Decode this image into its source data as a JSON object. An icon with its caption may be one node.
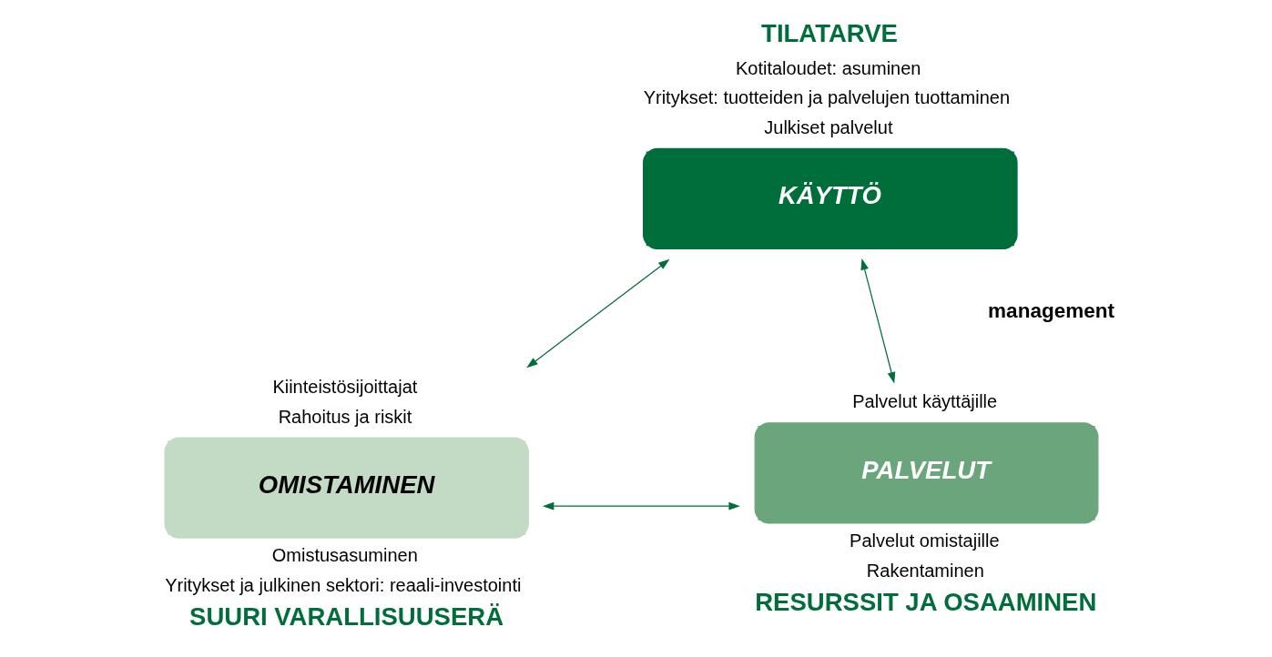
{
  "diagram": {
    "nodes": [
      {
        "text": [
          "KÄYTTÖ"
        ],
        "beside": [
          "TILATARVE",
          "Kotitaloudet: asuminen",
          "Yritykset: tuotteiden ja palvelujen tuottaminen",
          "Julkiset palvelut"
        ]
      },
      {
        "text": [
          "OMISTAMINEN"
        ],
        "beside": [
          "Kiinteistösijoittajat",
          "Rahoitus ja riskit",
          "Omistusasuminen",
          "Yritykset ja julkinen sektori: reaali-investointi",
          "SUURI VARALLISUUSERÄ"
        ]
      },
      {
        "text": [
          "PALVELUT"
        ],
        "beside": [
          "Palvelut käyttäjille",
          "Palvelut omistajille",
          "Rakentaminen",
          "RESURSSIT JA OSAAMINEN"
        ]
      }
    ],
    "edges": [
      {
        "from": 0,
        "to": 1,
        "arrow": "both"
      },
      {
        "from": 0,
        "to": 2,
        "arrow": "both"
      },
      {
        "from": 1,
        "to": 2,
        "arrow": "both"
      }
    ],
    "labels": [
      "management"
    ]
  }
}
